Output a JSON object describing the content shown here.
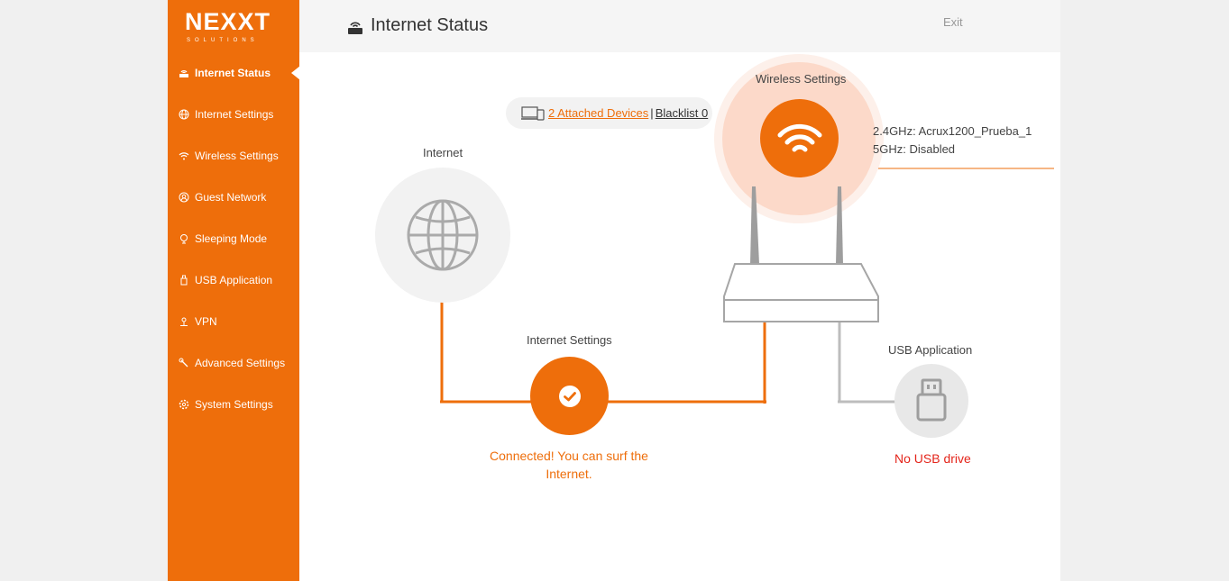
{
  "brand": {
    "logo_text": "NEXXT",
    "logo_sub": "SOLUTIONS"
  },
  "sidebar": {
    "items": [
      {
        "label": "Internet Status",
        "icon": "router-icon",
        "active": true
      },
      {
        "label": "Internet Settings",
        "icon": "globe-icon",
        "active": false
      },
      {
        "label": "Wireless Settings",
        "icon": "wifi-icon",
        "active": false
      },
      {
        "label": "Guest Network",
        "icon": "guest-icon",
        "active": false
      },
      {
        "label": "Sleeping Mode",
        "icon": "sleep-icon",
        "active": false
      },
      {
        "label": "USB Application",
        "icon": "usb-icon",
        "active": false
      },
      {
        "label": "VPN",
        "icon": "vpn-icon",
        "active": false
      },
      {
        "label": "Advanced Settings",
        "icon": "wrench-icon",
        "active": false
      },
      {
        "label": "System Settings",
        "icon": "gear-icon",
        "active": false
      }
    ]
  },
  "header": {
    "title": "Internet Status",
    "exit_label": "Exit"
  },
  "devices": {
    "attached_label": "2 Attached Devices ",
    "separator": "|",
    "blacklist_label": "Blacklist 0"
  },
  "diagram": {
    "internet_label": "Internet",
    "wireless_label": "Wireless Settings",
    "wifi_24": "2.4GHz: Acrux1200_Prueba_1",
    "wifi_5": "5GHz: Disabled",
    "internet_settings_label": "Internet Settings",
    "status_line1": "Connected! You can surf the",
    "status_line2": "Internet.",
    "usb_label": "USB Application",
    "usb_status": "No USB drive"
  },
  "colors": {
    "accent": "#ee6e0b",
    "error": "#e4251b",
    "muted": "#bdbdbd"
  }
}
